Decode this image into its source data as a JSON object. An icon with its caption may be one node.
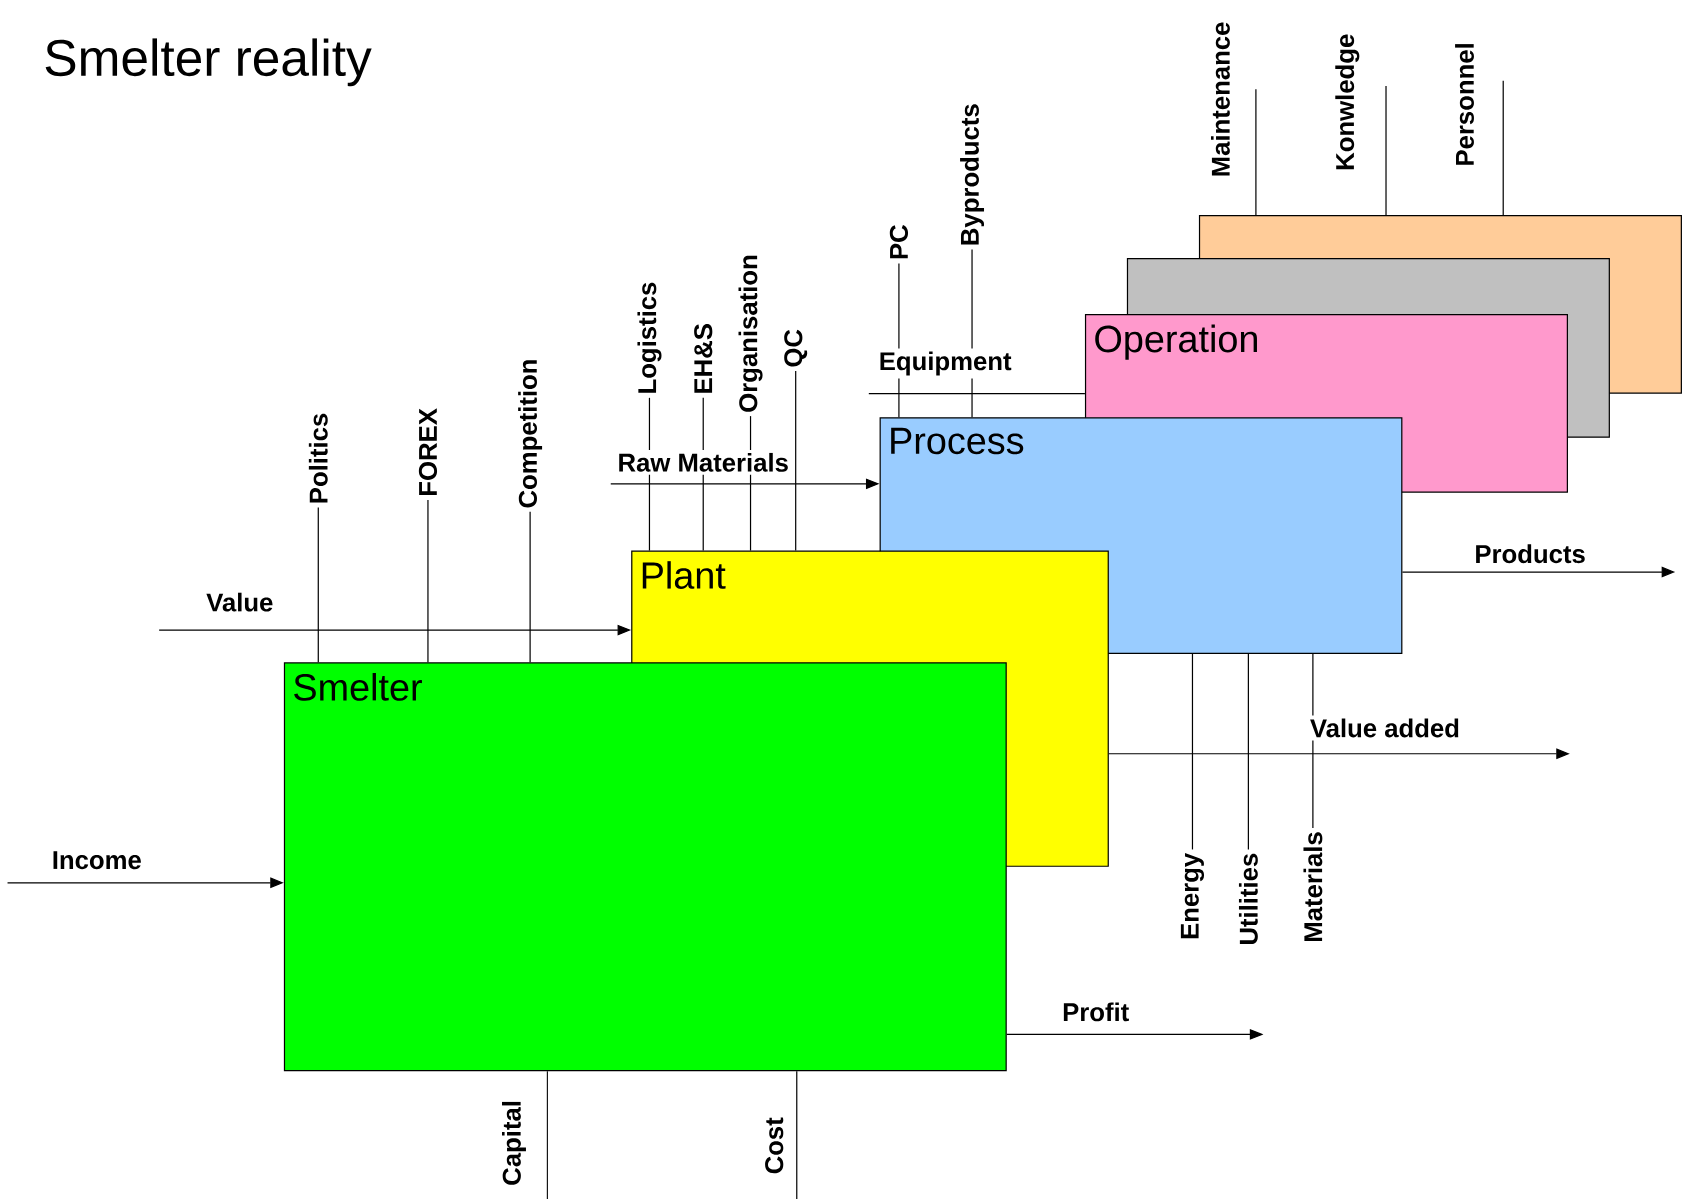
{
  "diagram": {
    "title": "Smelter reality",
    "nodes": [
      {
        "text": [],
        "shape": "box"
      },
      {
        "text": [],
        "shape": "box"
      },
      {
        "text": [
          "Operation"
        ]
      },
      {
        "text": [
          "Process"
        ]
      },
      {
        "text": [
          "Plant"
        ]
      },
      {
        "text": [
          "Smelter"
        ]
      },
      {
        "text": [
          "Politics"
        ]
      },
      {
        "text": [
          "FOREX"
        ]
      },
      {
        "text": [
          "Competition"
        ]
      },
      {
        "text": [
          "Logistics"
        ]
      },
      {
        "text": [
          "EH&S"
        ]
      },
      {
        "text": [
          "Organisation"
        ]
      },
      {
        "text": [
          "QC"
        ]
      },
      {
        "text": [
          "PC"
        ]
      },
      {
        "text": [
          "Byproducts"
        ]
      },
      {
        "text": [
          "Energy"
        ]
      },
      {
        "text": [
          "Utilities"
        ]
      },
      {
        "text": [
          "Materials"
        ]
      }
    ],
    "edges": [
      {
        "from": null,
        "to": 4,
        "arrow": "to",
        "label": "Value"
      },
      {
        "from": null,
        "to": 5,
        "arrow": "to",
        "label": "Income"
      },
      {
        "from": 5,
        "to": null,
        "arrow": "to",
        "label": "Profit"
      },
      {
        "from": null,
        "to": 3,
        "arrow": "to",
        "label": "Raw Materials"
      },
      {
        "from": null,
        "to": 2,
        "arrow": "none",
        "label": "Equipment"
      },
      {
        "from": 3,
        "to": null,
        "arrow": "to",
        "label": "Products"
      },
      {
        "from": 4,
        "to": null,
        "arrow": "to",
        "label": "Value added"
      },
      {
        "from": 5,
        "to": null,
        "arrow": "none",
        "label": "Capital"
      },
      {
        "from": 5,
        "to": null,
        "arrow": "none",
        "label": "Cost"
      },
      {
        "from": null,
        "to": 0,
        "arrow": "none",
        "label": "Maintenance"
      },
      {
        "from": null,
        "to": 0,
        "arrow": "none",
        "label": "Konwledge"
      },
      {
        "from": null,
        "to": 0,
        "arrow": "none",
        "label": "Personnel"
      },
      {
        "from": 6,
        "to": 5,
        "arrow": "none"
      },
      {
        "from": 7,
        "to": 5,
        "arrow": "none"
      },
      {
        "from": 8,
        "to": 5,
        "arrow": "none"
      },
      {
        "from": 9,
        "to": 4,
        "arrow": "none"
      },
      {
        "from": 10,
        "to": 4,
        "arrow": "none"
      },
      {
        "from": 11,
        "to": 4,
        "arrow": "none"
      },
      {
        "from": 12,
        "to": 4,
        "arrow": "none"
      },
      {
        "from": 13,
        "to": 3,
        "arrow": "none"
      },
      {
        "from": 14,
        "to": 3,
        "arrow": "none"
      },
      {
        "from": 15,
        "to": 3,
        "arrow": "none"
      },
      {
        "from": 16,
        "to": 3,
        "arrow": "none"
      },
      {
        "from": 17,
        "to": 3,
        "arrow": "none"
      }
    ]
  }
}
